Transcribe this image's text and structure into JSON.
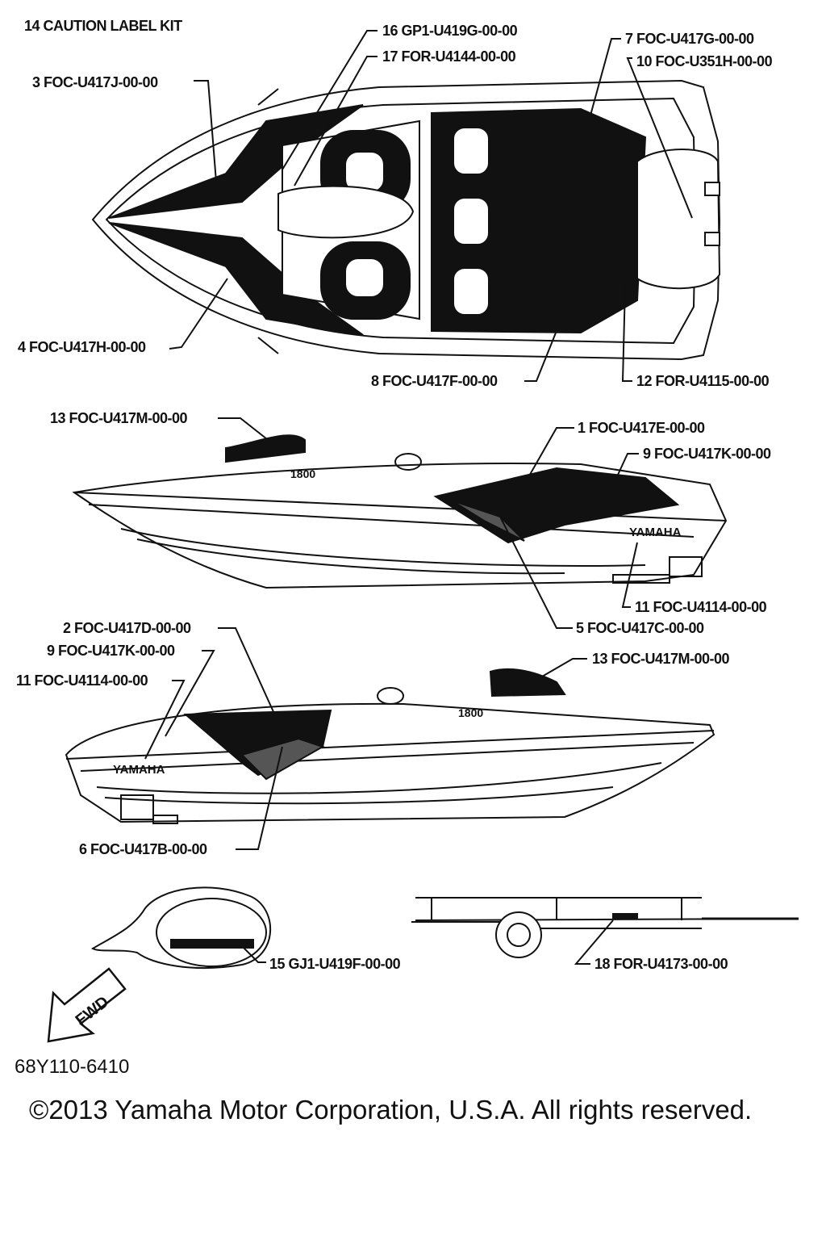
{
  "callouts": {
    "c14": "14  CAUTION LABEL KIT",
    "c16": "16  GP1-U419G-00-00",
    "c17": "17  FOR-U4144-00-00",
    "c7": "7  FOC-U417G-00-00",
    "c10": "10  FOC-U351H-00-00",
    "c3": "3  FOC-U417J-00-00",
    "c4": "4  FOC-U417H-00-00",
    "c8": "8  FOC-U417F-00-00",
    "c12": "12  FOR-U4115-00-00",
    "c13a": "13  FOC-U417M-00-00",
    "c1": "1  FOC-U417E-00-00",
    "c9a": "9  FOC-U417K-00-00",
    "c11a": "11  FOC-U4114-00-00",
    "c5": "5  FOC-U417C-00-00",
    "c2": "2  FOC-U417D-00-00",
    "c9b": "9  FOC-U417K-00-00",
    "c11b": "11  FOC-U4114-00-00",
    "c13b": "13  FOC-U417M-00-00",
    "c6": "6  FOC-U417B-00-00",
    "c15": "15  GJ1-U419F-00-00",
    "c18": "18  FOR-U4173-00-00"
  },
  "decals": {
    "yamaha": "YAMAHA",
    "model": "1800",
    "fwd": "FWD"
  },
  "footer": {
    "part_code": "68Y110-6410",
    "copyright": "©2013 Yamaha Motor Corporation, U.S.A. All rights reserved."
  }
}
